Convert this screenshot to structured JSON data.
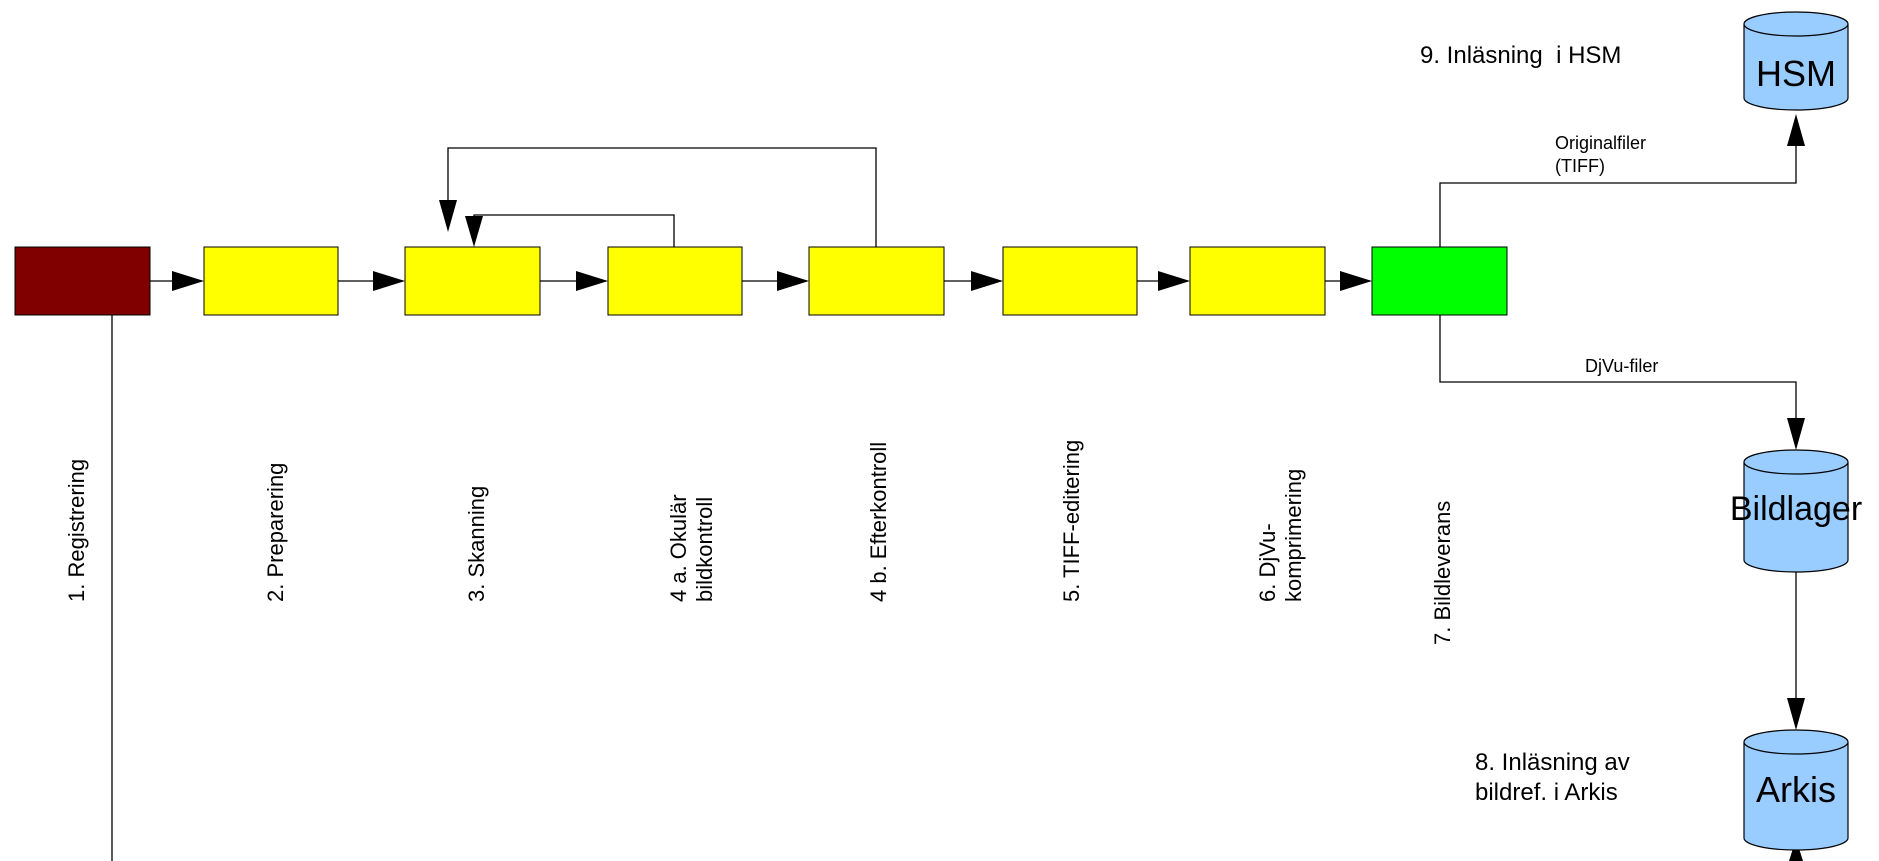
{
  "colors": {
    "registration": "#800000",
    "process": "#ffff00",
    "delivery": "#00ff00",
    "database": "#99ccff",
    "line": "#000000"
  },
  "steps": [
    {
      "label_1": "1. Registrering",
      "label_2": ""
    },
    {
      "label_1": "2. Preparering",
      "label_2": ""
    },
    {
      "label_1": "3. Skanning",
      "label_2": ""
    },
    {
      "label_1": "4 a. Okulär",
      "label_2": "bildkontroll"
    },
    {
      "label_1": "4 b. Efterkontroll",
      "label_2": ""
    },
    {
      "label_1": "5. TIFF-editering",
      "label_2": ""
    },
    {
      "label_1": "6. DjVu-",
      "label_2": "komprimering"
    },
    {
      "label_1": "7. Bildleverans",
      "label_2": ""
    }
  ],
  "databases": {
    "hsm": "HSM",
    "bildlager": "Bildlager",
    "arkis": "Arkis"
  },
  "flows": {
    "original_line1": "Originalfiler",
    "original_line2": "(TIFF)",
    "djvu": "DjVu-filer"
  },
  "notes": {
    "hsm_load": "9. Inläsning  i HSM",
    "arkis_load_line1": "8. Inläsning av",
    "arkis_load_line2": "bildref. i Arkis"
  }
}
